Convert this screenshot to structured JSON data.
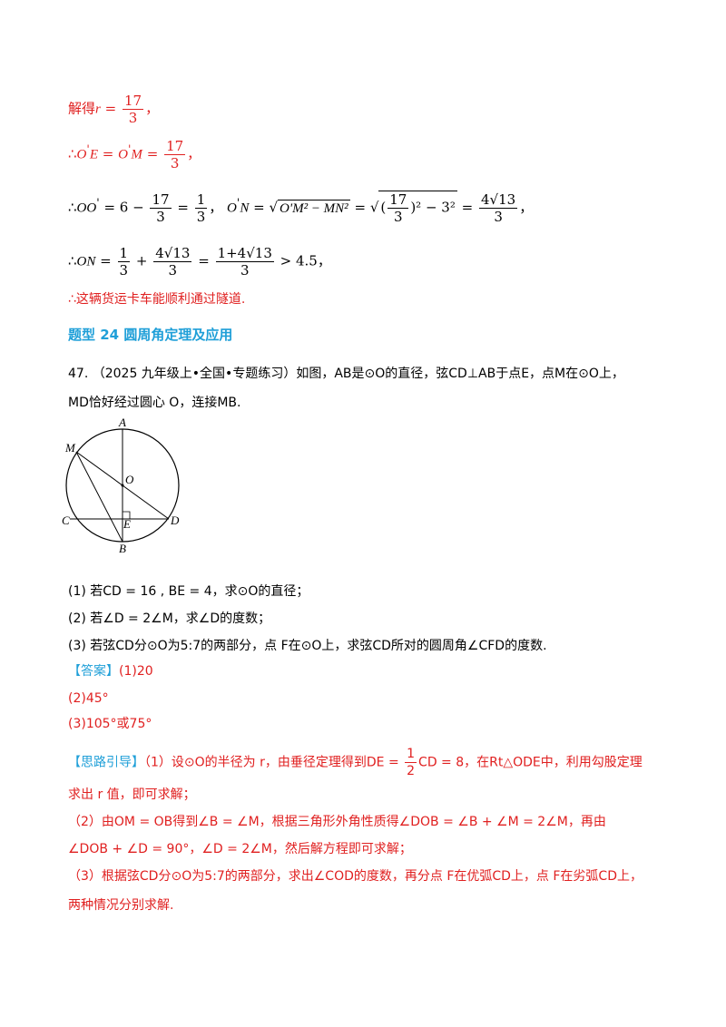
{
  "solution_cont": {
    "l1_prefix": "解得",
    "l1_var": "r",
    "eq": "=",
    "frac_17_3_num": "17",
    "frac_17_3_den": "3",
    "comma": "，",
    "l2_therefore": "∴",
    "l2_a": "O",
    "l2_prime": "'",
    "l2_b": "E",
    "l2_c": "O",
    "l2_d": "M",
    "l3_a": "OO",
    "l3_six": "6 −",
    "frac_1_3_num": "1",
    "frac_1_3_den": "3",
    "l3_on": "O",
    "l3_n": "N",
    "l3_sqrt_inner": "O'M² − MN²",
    "l3_sqrt2_minus": "− 3²",
    "frac_4r13_num": "4√13",
    "frac_4r13_den": "3",
    "l4_on": "ON",
    "plus": "+",
    "frac_sum_num": "1+4√13",
    "frac_sum_den": "3",
    "gt": "> 4.5",
    "l5": "∴这辆货运卡车能顺利通过隧道."
  },
  "section_heading": "题型 24 圆周角定理及应用",
  "problem": {
    "number": "47.",
    "source": "（2025 九年级上•全国•专题练习）",
    "line1_rest": "如图，AB是⊙O的直径，弦CD⊥AB于点E，点M在⊙O上，",
    "line2": "MD恰好经过圆心 O，连接MB.",
    "q1": "(1) 若CD = 16 , BE = 4，求⊙O的直径；",
    "q2": "(2) 若∠D = 2∠M，求∠D的度数；",
    "q3": "(3) 若弦CD分⊙O为5:7的两部分，点 F在⊙O上，求弦CD所对的圆周角∠CFD的度数."
  },
  "figure": {
    "labels": {
      "A": "A",
      "B": "B",
      "C": "C",
      "D": "D",
      "E": "E",
      "M": "M",
      "O": "O"
    }
  },
  "answer": {
    "tag": "【答案】",
    "a1": "(1)20",
    "a2": "(2)45°",
    "a3": "(3)105°或75°"
  },
  "hint": {
    "tag": "【思路引导】",
    "p1a": "（1）设⊙O的半径为 r，由垂径定理得到DE = ",
    "p1_frac_num": "1",
    "p1_frac_den": "2",
    "p1b": "CD = 8，在Rt△ODE中，利用勾股定理",
    "p1c": "求出 r 值，即可求解；",
    "p2a": "（2）由OM = OB得到∠B = ∠M，根据三角形外角性质得∠DOB = ∠B + ∠M = 2∠M，再由",
    "p2b": "∠DOB + ∠D = 90°，∠D = 2∠M，然后解方程即可求解；",
    "p3a": "（3）根据弦CD分⊙O为5:7的两部分，求出∠COD的度数，再分点 F在优弧CD上，点 F在劣弧CD上，",
    "p3b": "两种情况分别求解."
  }
}
